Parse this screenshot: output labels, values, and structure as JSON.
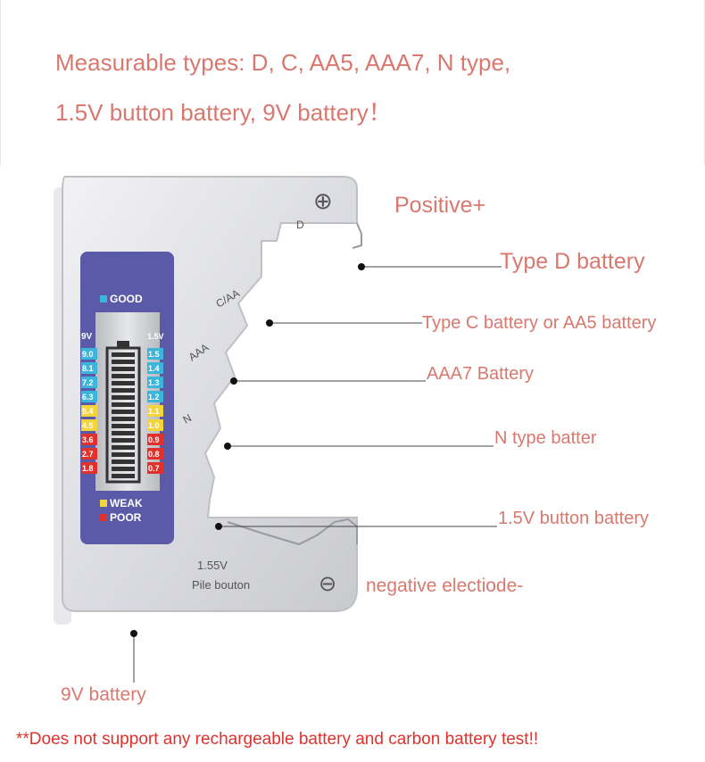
{
  "header": {
    "line1": "Measurable types: D, C, AA5, AAA7, N type,",
    "line2": "1.5V button battery, 9V battery！"
  },
  "annotations": {
    "positive": "Positive+",
    "type_d": "Type D battery",
    "type_c": "Type C battery or AA5 battery",
    "aaa7": "AAA7 Battery",
    "n_type": "N type batter",
    "button": "1.5V button battery",
    "negative": "negative electiode-",
    "nine_v": "9V battery"
  },
  "device": {
    "slot_d": "D",
    "slot_c": "C/AA",
    "slot_aaa": "AAA",
    "slot_n": "N",
    "button_label_1": "1.55V",
    "button_label_2": "Pile bouton",
    "plus_symbol": "⊕",
    "minus_symbol": "⊖",
    "good": "GOOD",
    "weak": "WEAK",
    "poor": "POOR",
    "col_9v": "9V",
    "col_15v": "1.5V",
    "scale_9v": [
      "9.0",
      "8.1",
      "7.2",
      "6.3",
      "5.4",
      "4.5",
      "3.6",
      "2.7",
      "1.8"
    ],
    "scale_15v": [
      "1.5",
      "1.4",
      "1.3",
      "1.2",
      "1.1",
      "1.0",
      "0.9",
      "0.8",
      "0.7"
    ],
    "colors": {
      "good": "#3bb5d9",
      "weak": "#f3d43a",
      "poor": "#e0312c",
      "panel": "#5a5aa8"
    }
  },
  "footer": "**Does not support any rechargeable battery and carbon battery test!!"
}
